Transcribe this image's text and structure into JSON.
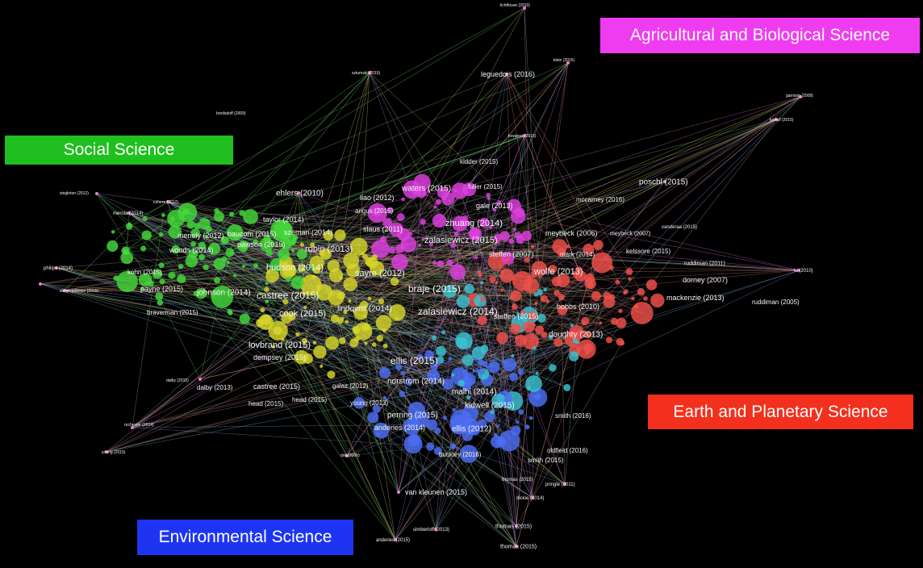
{
  "region_labels": {
    "agricultural": "Agricultural and Biological Science",
    "social": "Social Science",
    "earth": "Earth and Planetary Science",
    "environmental": "Environmental Science"
  },
  "colors": {
    "background": "#000000",
    "agricultural": "#f03cf0",
    "social": "#1fbf1f",
    "earth": "#f2301d",
    "environmental": "#1d35f2",
    "node_green": "#44d93a",
    "node_yellow": "#d7d62a",
    "node_magenta": "#e040e0",
    "node_red": "#f0504a",
    "node_blue": "#4d6ef5",
    "node_cyan": "#3ac3d3",
    "node_pink": "#f07ad0"
  },
  "node_labels": [
    "lichtfouse (2010)",
    "klein (2015)",
    "leguedois (2016)",
    "sztumski (2015)",
    "bordsdoff (2009)",
    "garrison (2008)",
    "kampf (2015)",
    "kovanes (2015)",
    "kidder (2015)",
    "fuller (2015)",
    "poschl (2015)",
    "ehlers (2010)",
    "waters (2015)",
    "liao (2012)",
    "gale (2013)",
    "mccarney (2016)",
    "angus (2015)",
    "zhuang (2014)",
    "taylor (2014)",
    "szeman (2014)",
    "slaus (2011)",
    "singleton (2012)",
    "cohere (2012)",
    "menely (2012)",
    "baucom (2015)",
    "meybeck (2006)",
    "meybeck (2007)",
    "merola (2014)",
    "pawson (2015)",
    "zalasiewicz (2015)",
    "vanderaa (2015)",
    "woods (2014)",
    "robin (2013)",
    "steffen (2007)",
    "mark (2014)",
    "kelssore (2015)",
    "hudson (2014)",
    "sayre (2012)",
    "kohn (2015)",
    "wolfe (2013)",
    "lu (2010)",
    "ruddiman (2011)",
    "philips (2014)",
    "braje (2015)",
    "dorney (2007)",
    "johnson (2014)",
    "castree (2015)",
    "mackenzie (2013)",
    "sleigh-johnson (2015)",
    "payne (2015)",
    "ruddiman (2005)",
    "hobbs (2010)",
    "lindqvist (2014)",
    "zalasiewicz (2014)",
    "braverman (2015)",
    "cook (2015)",
    "steffen (2015)",
    "doughty (2013)",
    "lovbrand (2015)",
    "ellis (2015)",
    "dempsey (2015)",
    "castree (2015)",
    "galaz (2012)",
    "dalby (2013)",
    "norstrom (2014)",
    "malhi (2014)",
    "head (2015)",
    "head (2015)",
    "young (2013)",
    "kidwell (2015)",
    "perring (2015)",
    "smith (2016)",
    "anderies (2014)",
    "ellis (2012)",
    "oldfield (2016)",
    "dalby (2015)",
    "buckley (2016)",
    "smith (2015)",
    "rochester (2014)",
    "doll (2006)",
    "young (2015)",
    "van kleunen (2015)",
    "pringle (2011)",
    "thomas (2015)",
    "thomas (2015)",
    "thomas (2015)",
    "anderies (2015)",
    "simberloff (2013)",
    "dickie (2014)"
  ]
}
